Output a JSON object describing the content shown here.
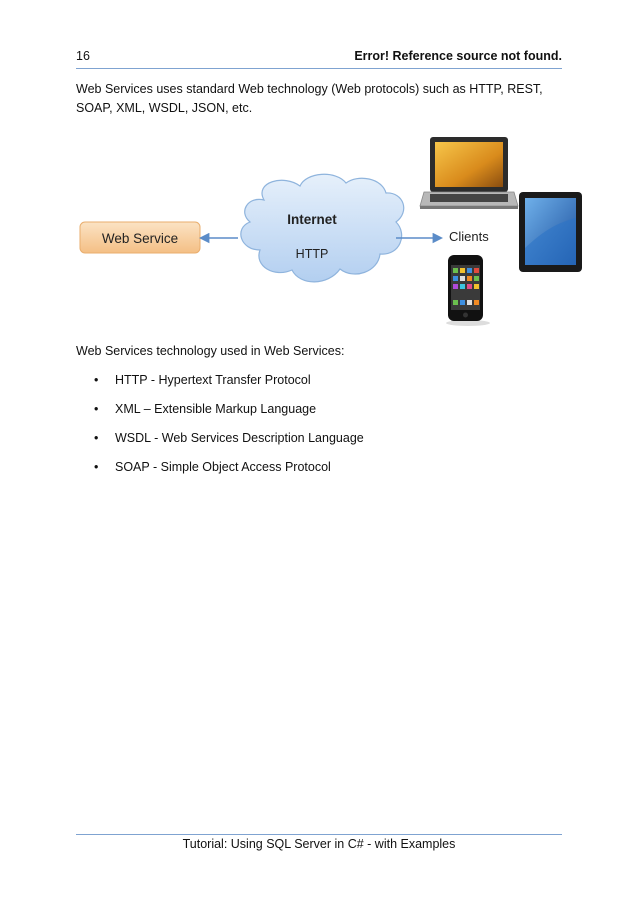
{
  "header": {
    "page_number": "16",
    "title": "Error! Reference source not found."
  },
  "intro": "Web Services uses standard Web technology (Web protocols) such as HTTP, REST, SOAP, XML, WSDL, JSON, etc.",
  "diagram": {
    "web_service_label": "Web Service",
    "cloud_title": "Internet",
    "cloud_protocol": "HTTP",
    "clients_label": "Clients",
    "colors": {
      "box_fill": "#f8d3a6",
      "box_border": "#e9ae6e",
      "cloud_fill": "#c6dcf5",
      "cloud_border": "#8fb4dd",
      "arrow": "#5b8cc8"
    }
  },
  "section_title": "Web Services technology used in Web Services:",
  "bullet_char": "•",
  "bullets": [
    "HTTP - Hypertext Transfer Protocol",
    "XML – Extensible Markup Language",
    "WSDL - Web Services Description Language",
    "SOAP - Simple Object Access Protocol"
  ],
  "footer": "Tutorial: Using SQL Server in C# - with Examples"
}
